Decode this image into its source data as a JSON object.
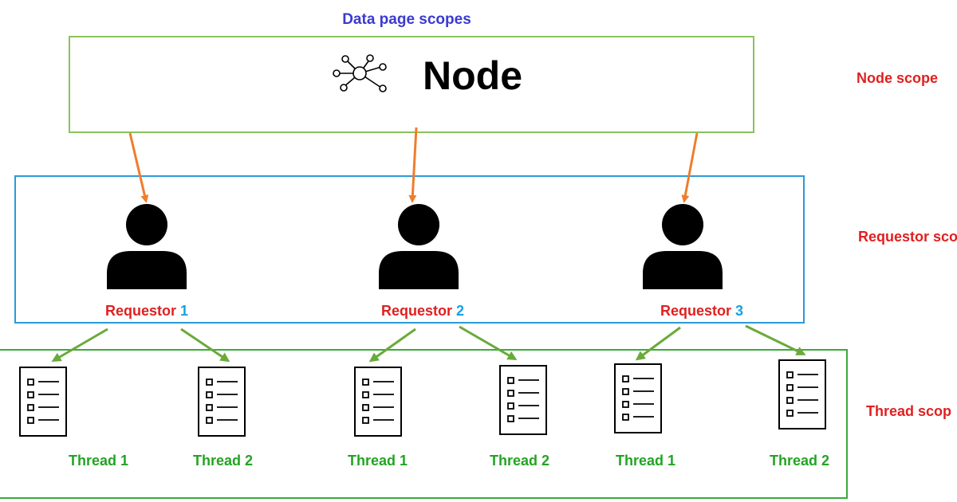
{
  "header": {
    "title": "Data page scopes"
  },
  "node": {
    "label": "Node",
    "icon": "network-hub-icon"
  },
  "scopes": {
    "node": "Node scope",
    "requestor": "Requestor sco",
    "thread": "Thread scop"
  },
  "requestors": [
    {
      "word": "Requestor",
      "number": "1",
      "icon": "person-icon"
    },
    {
      "word": "Requestor",
      "number": "2",
      "icon": "person-icon"
    },
    {
      "word": "Requestor",
      "number": "3",
      "icon": "person-icon"
    }
  ],
  "threads": [
    {
      "label": "Thread 1",
      "icon": "checklist-document-icon"
    },
    {
      "label": "Thread 2",
      "icon": "checklist-document-icon"
    },
    {
      "label": "Thread 1",
      "icon": "checklist-document-icon"
    },
    {
      "label": "Thread 2",
      "icon": "checklist-document-icon"
    },
    {
      "label": "Thread 1",
      "icon": "checklist-document-icon"
    },
    {
      "label": "Thread 2",
      "icon": "checklist-document-icon"
    }
  ],
  "colors": {
    "title": "#3a3ad0",
    "scope_label": "#e02020",
    "requestor_number": "#1aa0e0",
    "thread_label": "#22a422",
    "node_box": "#8cc25a",
    "requestor_box": "#2b9ad8",
    "thread_box": "#3aaa3a",
    "node_arrow": "#ef7d2d",
    "thread_arrow": "#6aaa3a"
  }
}
